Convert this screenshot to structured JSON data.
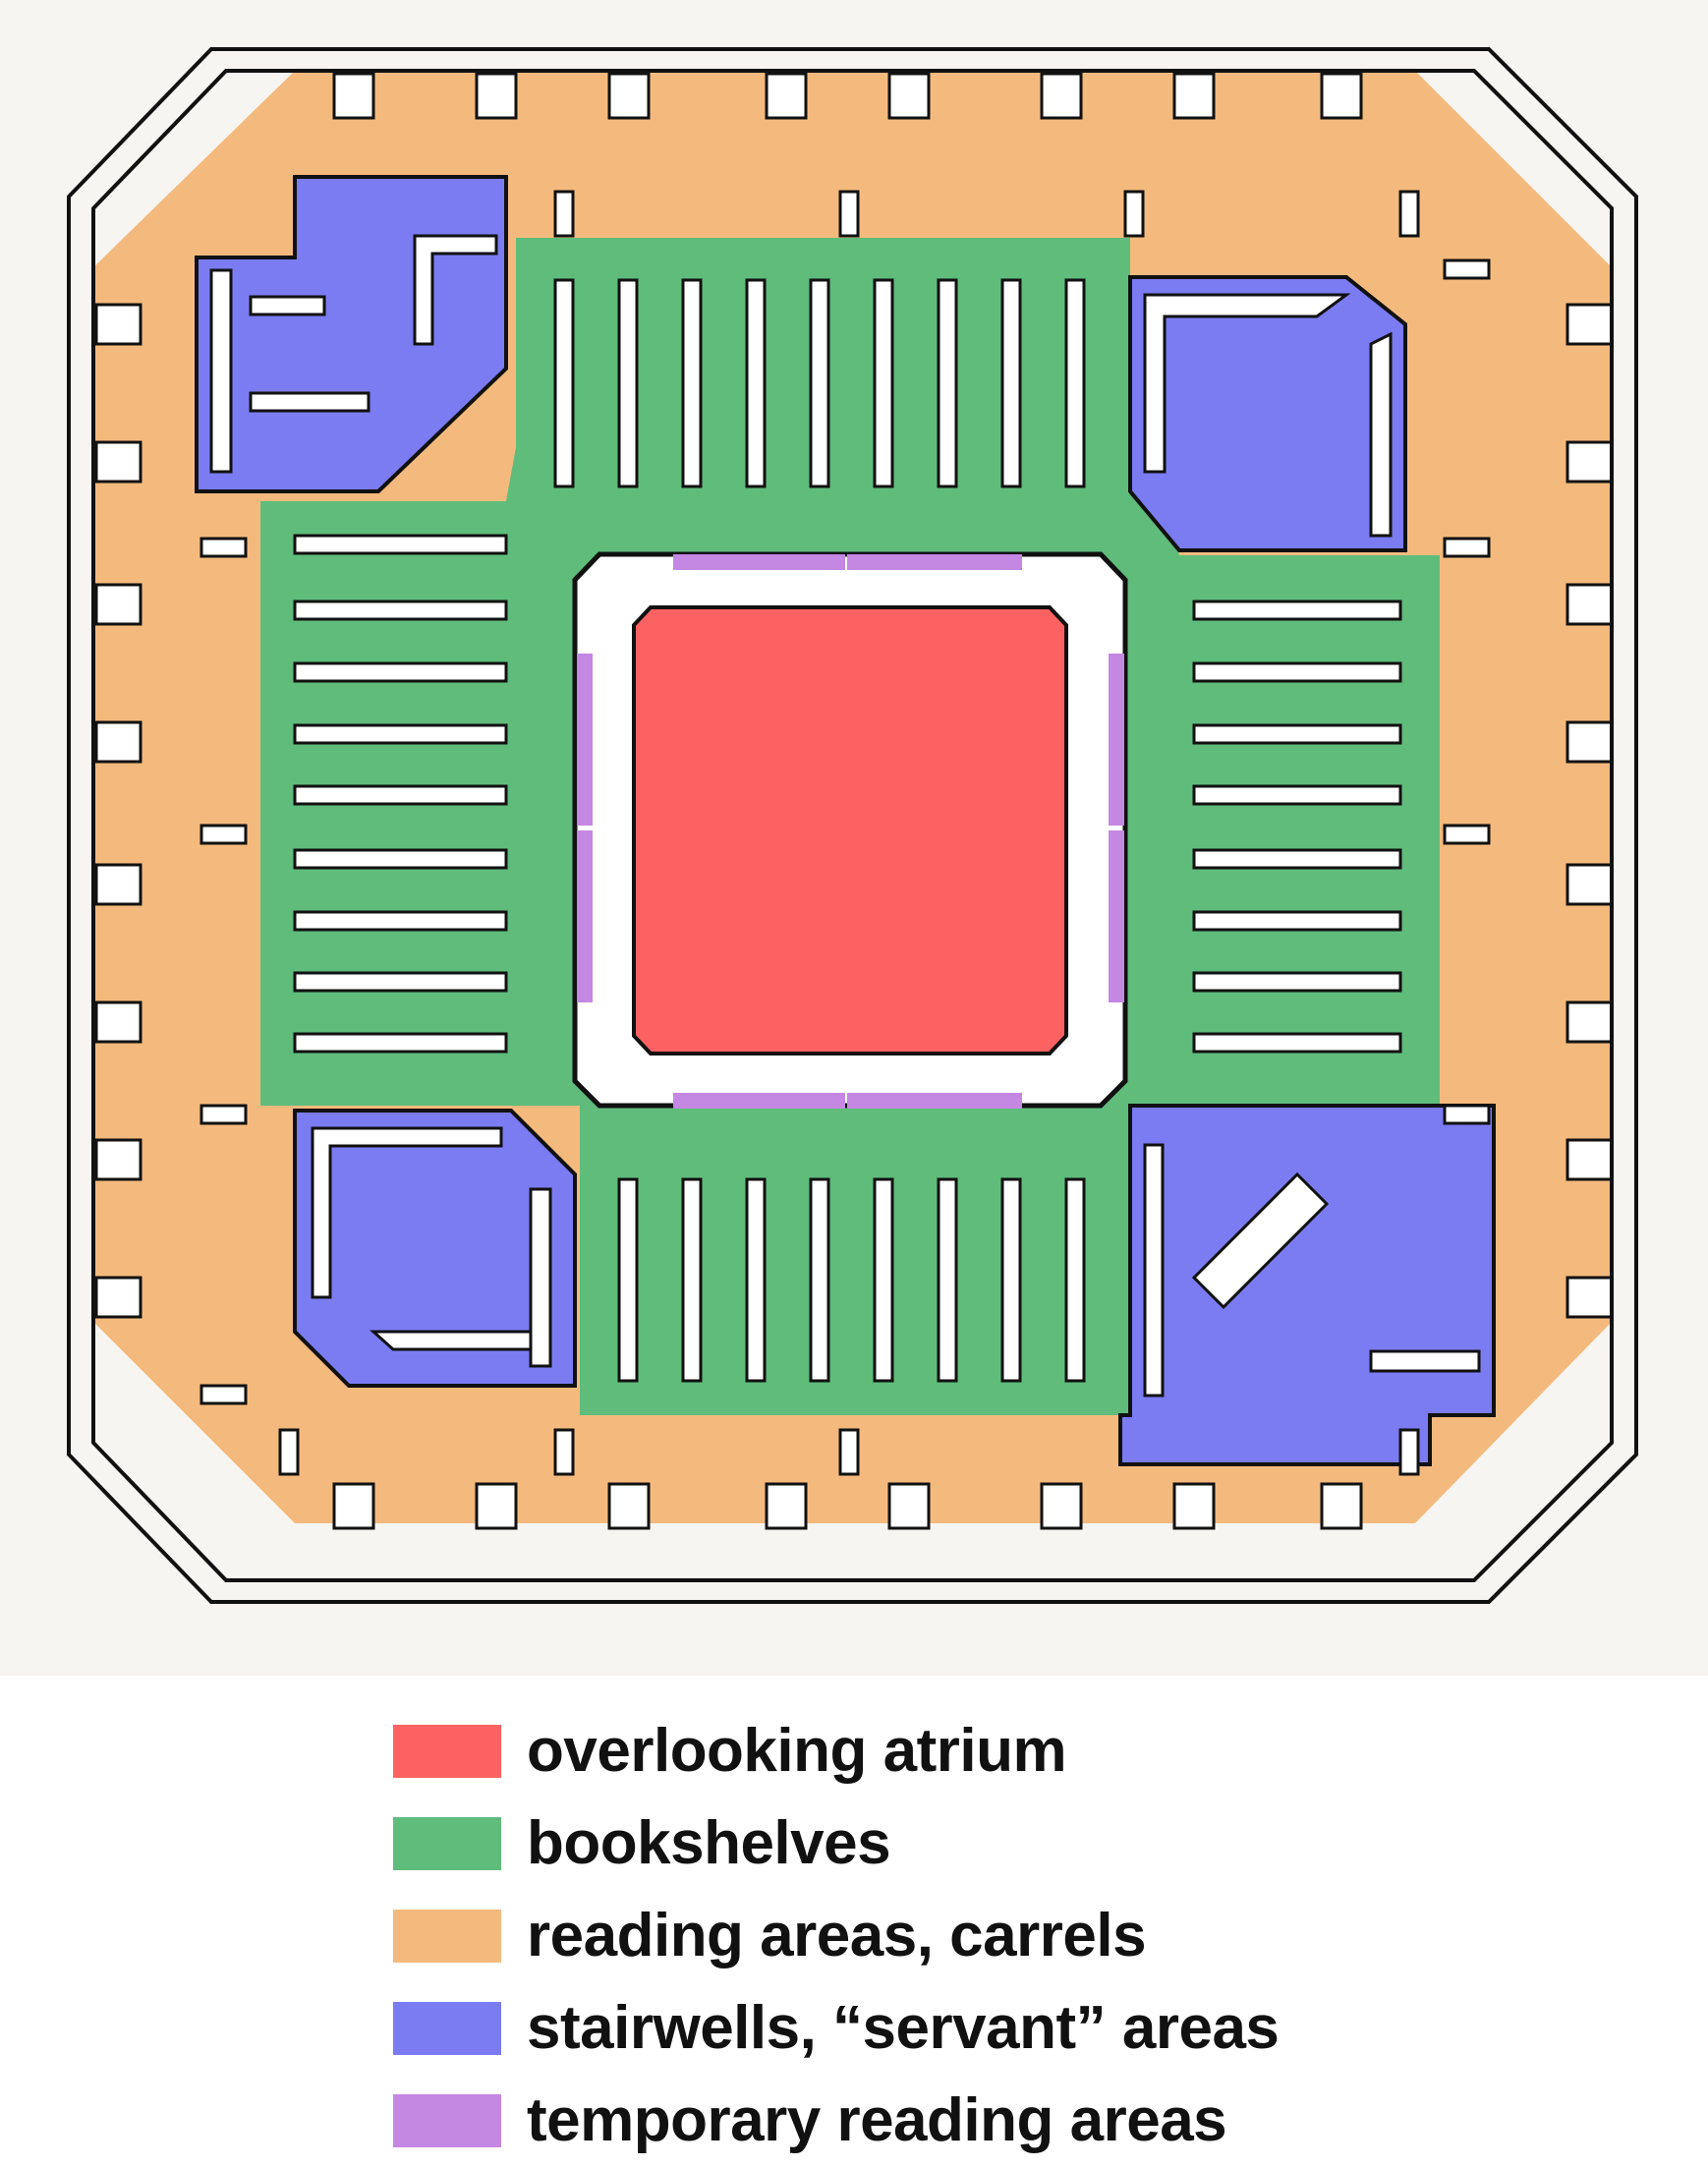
{
  "colors": {
    "atrium": "#fc6261",
    "bookshelves": "#5fbc7b",
    "reading": "#f4ba7d",
    "servant": "#7b7cf2",
    "temporary": "#c487e2",
    "background": "#f7f5f1",
    "line": "#111111",
    "wall": "#ffffff"
  },
  "legend": {
    "items": [
      {
        "key": "atrium",
        "label": "overlooking atrium",
        "color": "#fc6261"
      },
      {
        "key": "bookshelves",
        "label": "bookshelves",
        "color": "#5fbc7b"
      },
      {
        "key": "reading",
        "label": "reading areas, carrels",
        "color": "#f4ba7d"
      },
      {
        "key": "servant",
        "label": "stairwells, “servant” areas",
        "color": "#7b7cf2"
      },
      {
        "key": "temporary",
        "label": "temporary reading areas",
        "color": "#c487e2"
      }
    ]
  }
}
